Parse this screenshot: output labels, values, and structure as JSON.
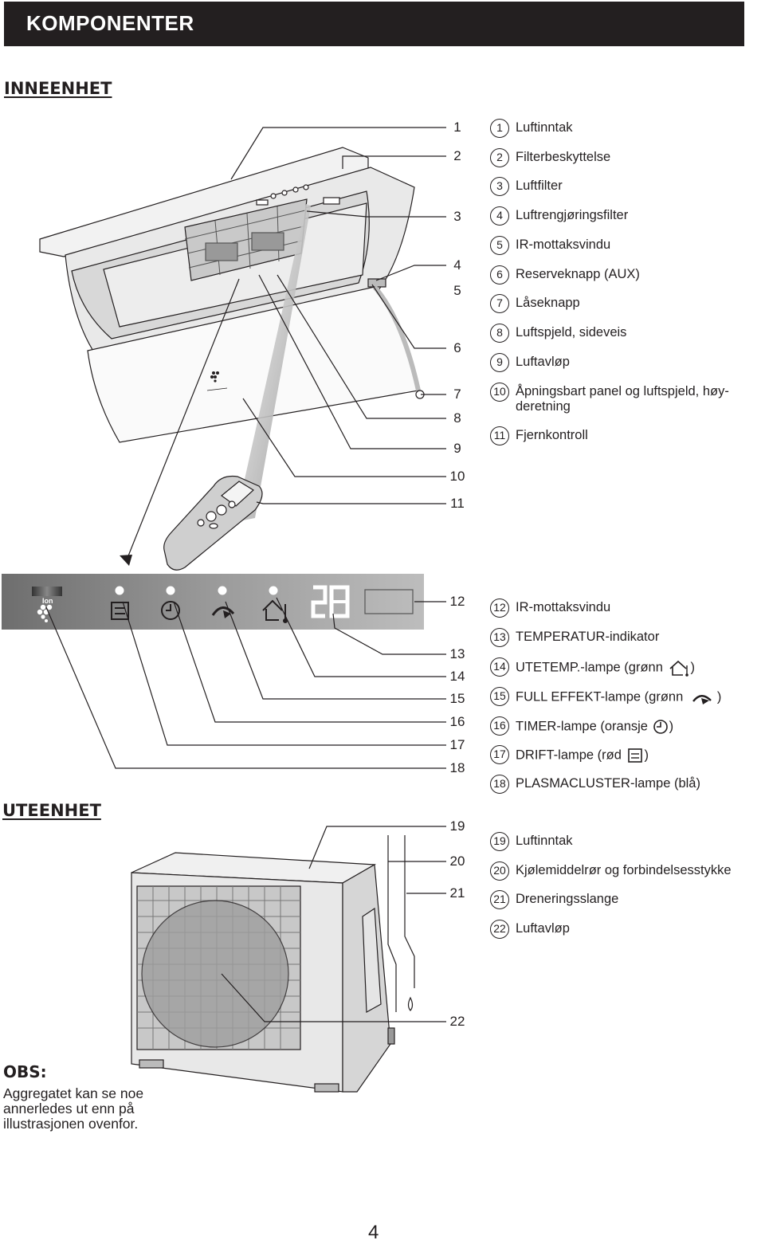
{
  "header": {
    "title": "KOMPONENTER"
  },
  "sections": {
    "indoor": "INNEENHET",
    "outdoor": "UTEENHET"
  },
  "display": {
    "ion_label": "Ion",
    "temperature": "28"
  },
  "legend": [
    {
      "num": "1",
      "label": "Luftinntak"
    },
    {
      "num": "2",
      "label": "Filterbeskyttelse"
    },
    {
      "num": "3",
      "label": "Luftfilter"
    },
    {
      "num": "4",
      "label": "Luftrengjøringsfilter"
    },
    {
      "num": "5",
      "label": "IR-mottaksvindu"
    },
    {
      "num": "6",
      "label": "Reserveknapp (AUX)"
    },
    {
      "num": "7",
      "label": "Låseknapp"
    },
    {
      "num": "8",
      "label": "Luftspjeld, sideveis"
    },
    {
      "num": "9",
      "label": "Luftavløp"
    },
    {
      "num": "10",
      "label": "Åpningsbart panel og luftspjeld, høy-deretning"
    },
    {
      "num": "11",
      "label": "Fjernkontroll"
    },
    {
      "num": "12",
      "label": "IR-mottaksvindu"
    },
    {
      "num": "13",
      "label": "TEMPERATUR-indikator"
    },
    {
      "num": "14",
      "label": "UTETEMP.-lampe (grønn",
      "suffix": ")"
    },
    {
      "num": "15",
      "label": "FULL EFFEKT-lampe (grønn",
      "suffix": ")"
    },
    {
      "num": "16",
      "label": "TIMER-lampe (oransje",
      "suffix": ")"
    },
    {
      "num": "17",
      "label": "DRIFT-lampe (rød",
      "suffix": ")"
    },
    {
      "num": "18",
      "label": "PLASMACLUSTER-lampe (blå)"
    },
    {
      "num": "19",
      "label": "Luftinntak"
    },
    {
      "num": "20",
      "label": "Kjølemiddelrør og forbindelsesstykke"
    },
    {
      "num": "21",
      "label": "Dreneringsslange"
    },
    {
      "num": "22",
      "label": "Luftavløp"
    }
  ],
  "obs": {
    "title": "OBS:",
    "text": "Aggregatet kan se noe annerledes ut enn på illustrasjonen ovenfor."
  },
  "page_number": "4"
}
